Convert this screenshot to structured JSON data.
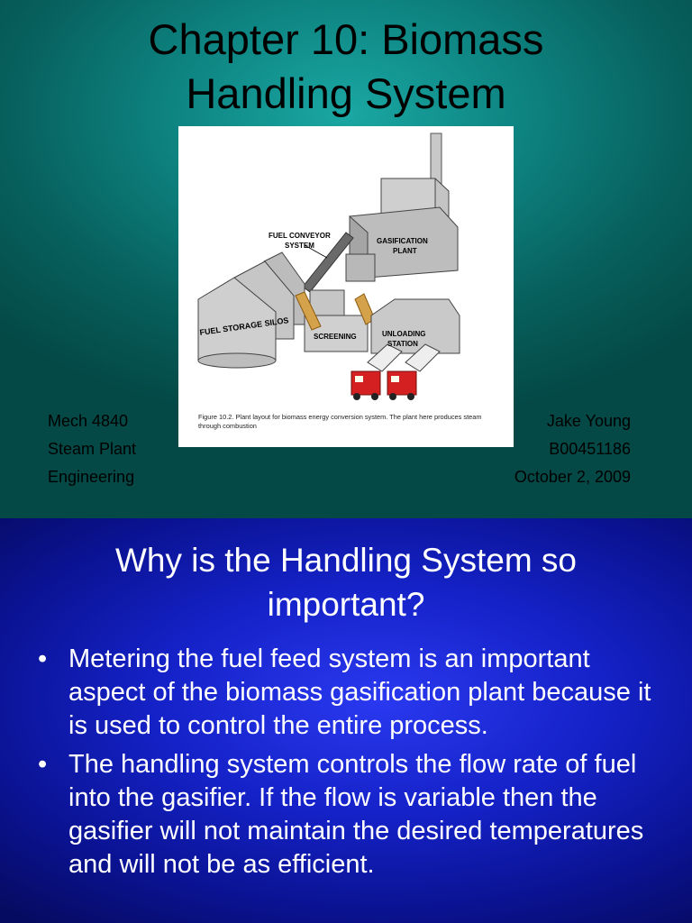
{
  "slide1": {
    "title_line1": "Chapter 10: Biomass",
    "title_line2": "Handling System",
    "figure": {
      "labels": {
        "fuel_conveyor_1": "FUEL CONVEYOR",
        "fuel_conveyor_2": "SYSTEM",
        "gasification_1": "GASIFICATION",
        "gasification_2": "PLANT",
        "storage": "FUEL STORAGE SILOS",
        "screening": "SCREENING",
        "unloading_1": "UNLOADING",
        "unloading_2": "STATION"
      },
      "caption": "Figure 10.2. Plant layout for biomass energy conversion system. The plant here produces steam through combustion"
    },
    "left": {
      "course": "Mech 4840",
      "name_line1": "Steam Plant",
      "name_line2": "Engineering"
    },
    "right": {
      "author": "Jake Young",
      "id": "B00451186",
      "date": "October 2, 2009"
    }
  },
  "slide2": {
    "title_line1": "Why is the Handling System so",
    "title_line2": "important?",
    "bullet_char": "•",
    "bullets": [
      "Metering the fuel feed system is an important aspect of the biomass gasification plant because it is used to control the entire process.",
      "The handling system controls the flow rate of fuel into the gasifier. If the flow is variable then the gasifier will not maintain the desired temperatures and will not be as efficient."
    ]
  }
}
